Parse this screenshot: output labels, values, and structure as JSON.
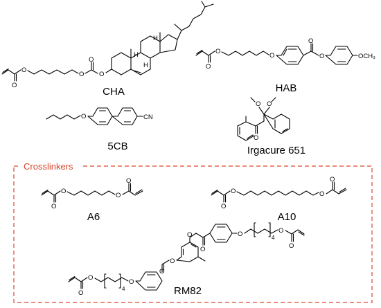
{
  "compounds": {
    "cha": "CHA",
    "hab": "HAB",
    "fivecb": "5CB",
    "irgacure": "Irgacure 651",
    "a6": "A6",
    "a10": "A10",
    "rm82": "RM82"
  },
  "crosslinkers": {
    "title": "Crosslinkers",
    "border_color": "#d9472b"
  },
  "atoms": {
    "o": "O",
    "cn": "CN",
    "och3": "OCH₃",
    "h": "H"
  },
  "subscripts": {
    "four": "4"
  }
}
